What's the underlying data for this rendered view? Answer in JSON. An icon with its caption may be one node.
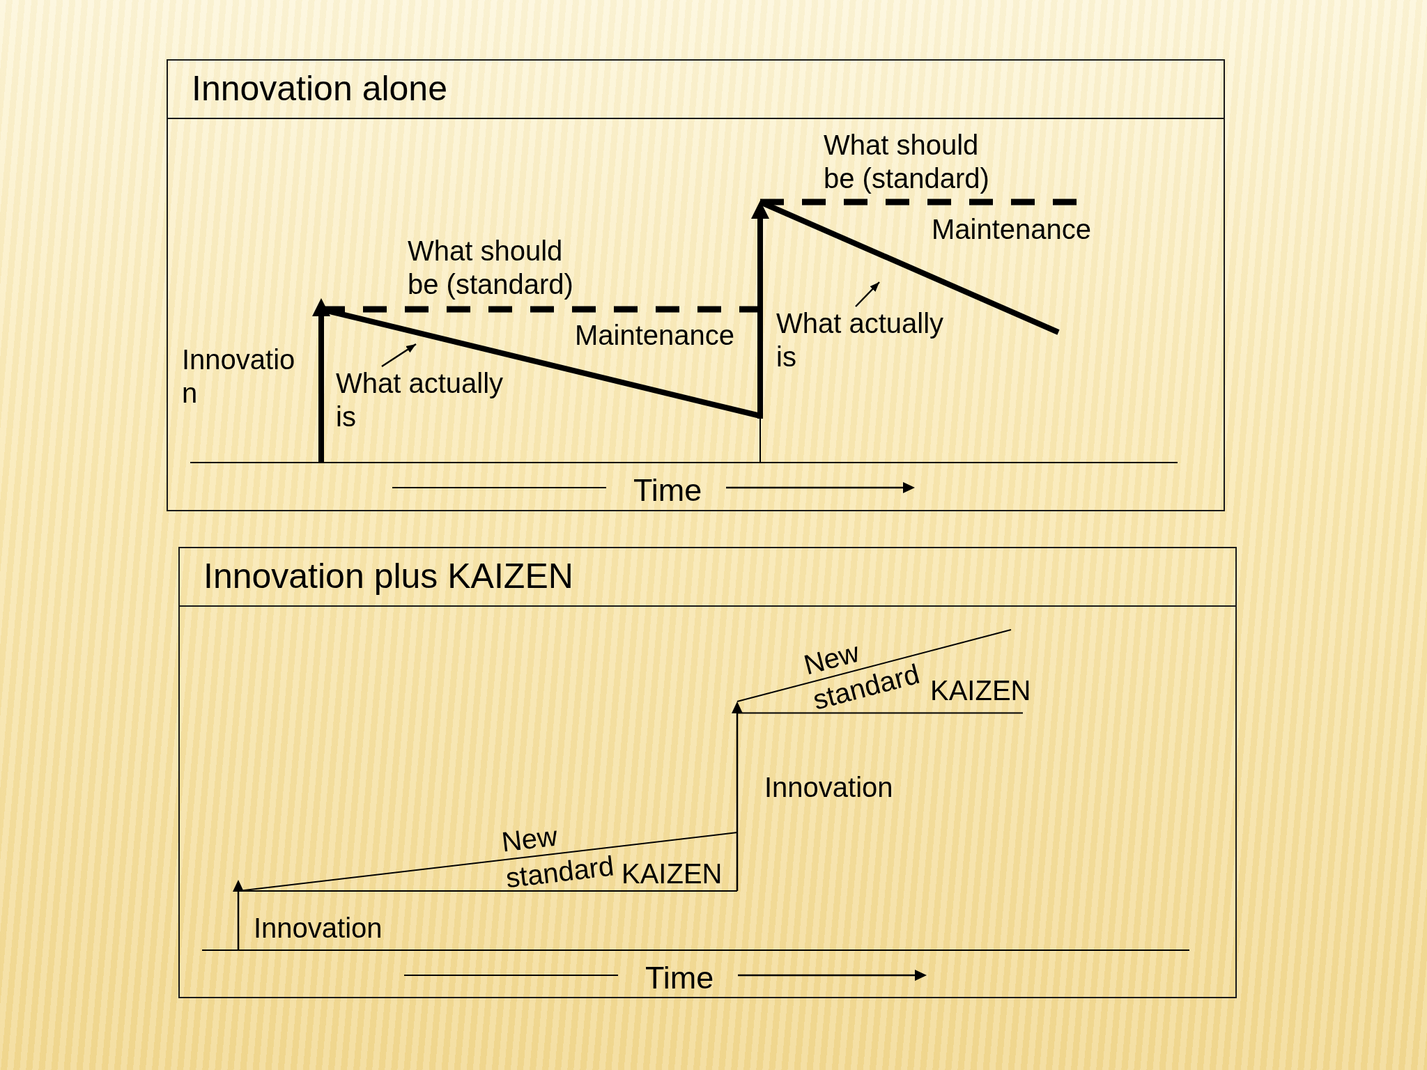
{
  "diagram": {
    "nodes": [
      {
        "text": [
          "Innovation alone"
        ]
      },
      {
        "text": [
          "What actually is"
        ],
        "in": 0
      },
      {
        "text": [
          "What actually is"
        ],
        "in": 0
      },
      {
        "text": [
          "Innovation plus KAIZEN"
        ]
      }
    ],
    "edges": [
      {
        "from": 1,
        "to": null,
        "arrow": "to"
      },
      {
        "from": 2,
        "to": null,
        "arrow": "to"
      }
    ],
    "labels": [
      "What should be (standard)",
      "Maintenance",
      "What should be (standard)",
      "Maintenance",
      "Innovatio n",
      "Time",
      "New standard",
      "KAIZEN",
      "Innovation",
      "New standard",
      "KAIZEN",
      "Innovation",
      "Time"
    ]
  }
}
